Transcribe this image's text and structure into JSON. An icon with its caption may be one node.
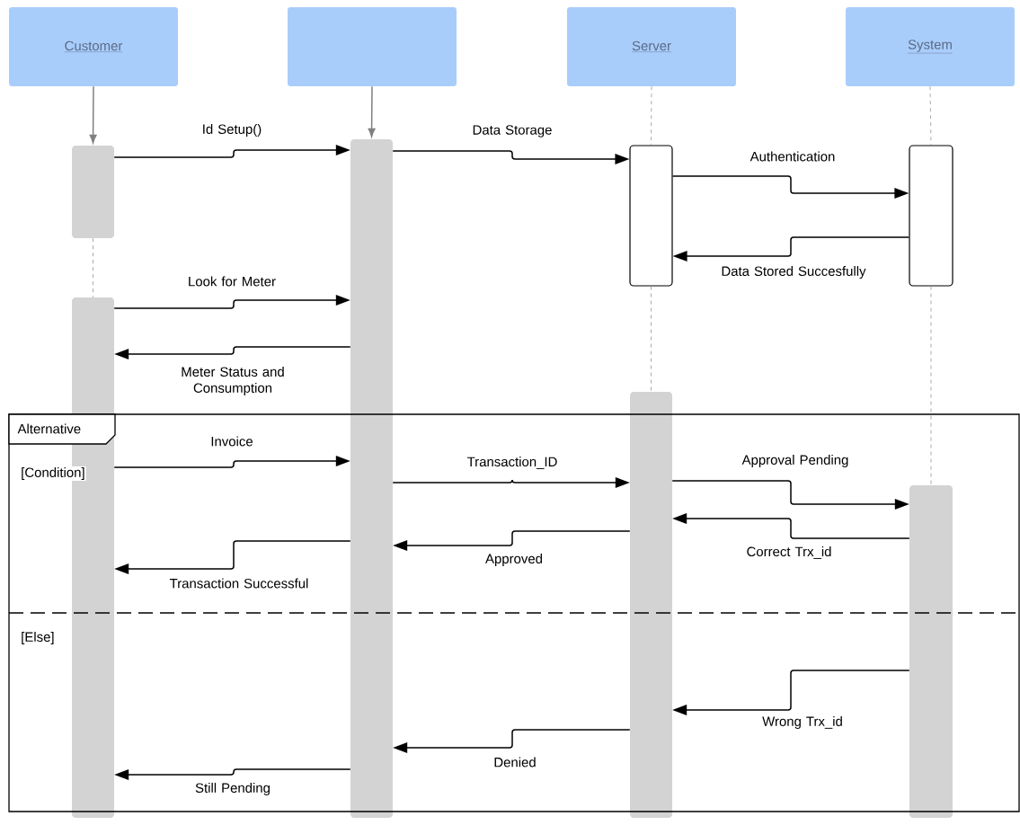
{
  "diagram": {
    "nodes": [
      {
        "text": [
          "Customer"
        ]
      },
      {
        "text": [],
        "shape": "box"
      },
      {
        "text": [
          "Server"
        ]
      },
      {
        "text": [
          "System"
        ]
      },
      {
        "text": [],
        "shape": "bar"
      },
      {
        "text": [],
        "shape": "bar"
      },
      {
        "text": [],
        "shape": "bar"
      },
      {
        "text": [],
        "shape": "bar"
      },
      {
        "text": [],
        "shape": "bar"
      },
      {
        "text": [],
        "shape": "bar"
      },
      {
        "text": [],
        "shape": "bar"
      }
    ],
    "labels": [
      "Alternative",
      "[Condition]",
      "[Else]"
    ],
    "edges": [
      {
        "from": 0,
        "to": 4,
        "arrow": "to",
        "color": "#808080"
      },
      {
        "from": 1,
        "to": 6,
        "arrow": "to",
        "color": "#808080"
      },
      {
        "from": 2,
        "to": 7,
        "arrow": "none",
        "style": "dashed",
        "color": "#a0a0a0"
      },
      {
        "from": 3,
        "to": 8,
        "arrow": "none",
        "style": "dashed",
        "color": "#a0a0a0"
      },
      {
        "from": 4,
        "to": 5,
        "arrow": "none",
        "style": "dashed",
        "color": "#a0a0a0"
      },
      {
        "from": 7,
        "to": 9,
        "arrow": "none",
        "style": "dashed",
        "color": "#a0a0a0"
      },
      {
        "from": 8,
        "to": 10,
        "arrow": "none",
        "style": "dashed",
        "color": "#a0a0a0"
      },
      {
        "from": 4,
        "to": 6,
        "arrow": "to",
        "label": "Id Setup()"
      },
      {
        "from": 6,
        "to": 7,
        "arrow": "to",
        "label": "Data Storage"
      },
      {
        "from": 7,
        "to": 8,
        "arrow": "to",
        "label": "Authentication"
      },
      {
        "from": 8,
        "to": 7,
        "arrow": "to",
        "label": "Data Stored Succesfully"
      },
      {
        "from": 5,
        "to": 6,
        "arrow": "to",
        "label": "Look for Meter"
      },
      {
        "from": 6,
        "to": 5,
        "arrow": "to",
        "label": "Meter Status and Consumption"
      },
      {
        "from": 5,
        "to": 6,
        "arrow": "to",
        "label": "Invoice"
      },
      {
        "from": 6,
        "to": 9,
        "arrow": "to",
        "label": "Transaction_ID"
      },
      {
        "from": 9,
        "to": 10,
        "arrow": "to",
        "label": "Approval Pending"
      },
      {
        "from": 10,
        "to": 9,
        "arrow": "to",
        "label": "Correct Trx_id"
      },
      {
        "from": 9,
        "to": 6,
        "arrow": "to",
        "label": "Approved"
      },
      {
        "from": 6,
        "to": 5,
        "arrow": "to",
        "label": "Transaction Successful"
      },
      {
        "from": 10,
        "to": 9,
        "arrow": "to",
        "label": "Wrong  Trx_id"
      },
      {
        "from": 9,
        "to": 6,
        "arrow": "to",
        "label": "Denied"
      },
      {
        "from": 6,
        "to": 5,
        "arrow": "to",
        "label": "Still Pending"
      }
    ]
  }
}
